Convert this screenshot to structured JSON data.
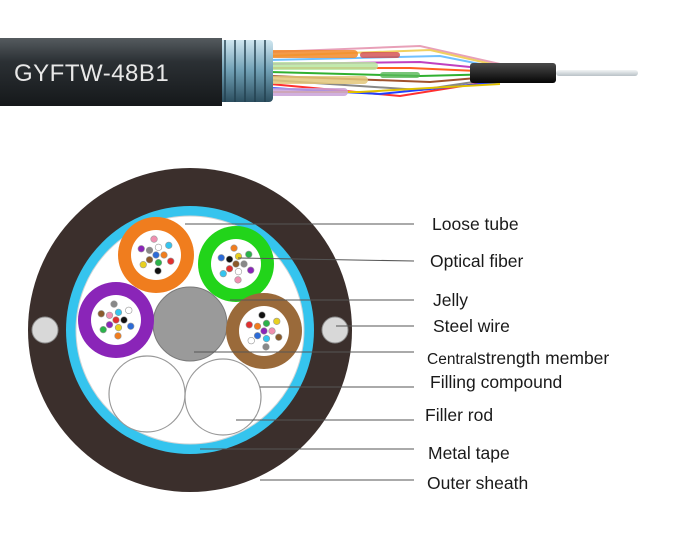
{
  "cable": {
    "model": "GYFTW-48B1"
  },
  "labels": {
    "loose_tube": "Loose tube",
    "optical_fiber": "Optical fiber",
    "jelly": "Jelly",
    "steel_wire": "Steel wire",
    "central_prefix": "Central",
    "central_suffix": "strength member",
    "filling_compound": "Filling compound",
    "filler_rod": "Filler rod",
    "metal_tape": "Metal tape",
    "outer_sheath": "Outer sheath"
  },
  "colors": {
    "outer_sheath": "#3b2f2c",
    "metal_tape": "#35c4ee",
    "tube_orange": "#f07d1e",
    "tube_green": "#22d41a",
    "tube_purple": "#8a25b8",
    "tube_brown": "#9a6a3a",
    "central_member": "#9a9a9a",
    "filler": "#ffffff",
    "steel_wire": "#d8d8d8"
  }
}
